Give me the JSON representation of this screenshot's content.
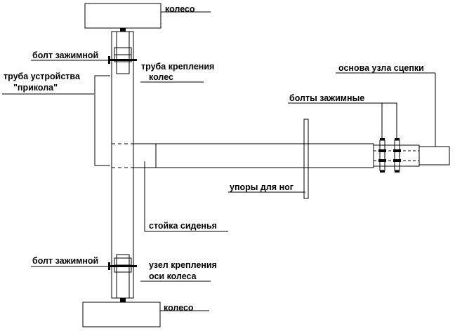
{
  "labels": {
    "wheel_top": "колесо",
    "clamp_bolt_top": "болт зажимной",
    "wheel_tube_line1": "труба крепления",
    "wheel_tube_line2": "колес",
    "trick_tube_line1": "труба устройства",
    "trick_tube_line2": "\"прикола\"",
    "hitch_base": "основа узла сцепки",
    "clamp_bolts": "болты зажимные",
    "foot_rests": "упоры для ног",
    "seat_post": "стойка сиденья",
    "clamp_bolt_bottom": "болт зажимной",
    "axle_mount_line1": "узел крепления",
    "axle_mount_line2": "оси колеса",
    "wheel_bottom": "колесо"
  },
  "colors": {
    "stroke": "#000000",
    "background": "#ffffff"
  }
}
